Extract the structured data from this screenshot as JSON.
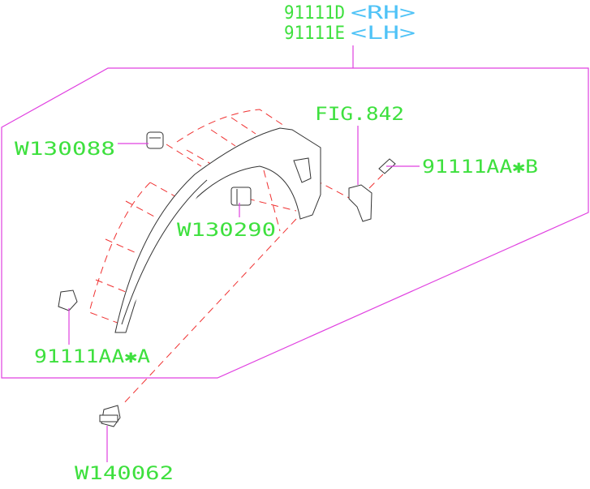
{
  "title": {
    "part_rh": "91111D",
    "side_rh": "<RH>",
    "part_lh": "91111E",
    "side_lh": "<LH>"
  },
  "callouts": {
    "fig": "FIG.842",
    "clip_top": "W130088",
    "clip_b": "91111AA✱B",
    "clip_mid": "W130290",
    "clip_a": "91111AA✱A",
    "clip_bottom": "W140062"
  },
  "colors": {
    "label": "#3ee03e",
    "side": "#4fc3f7",
    "leader": "#e040e0",
    "phantom": "#f03030"
  }
}
